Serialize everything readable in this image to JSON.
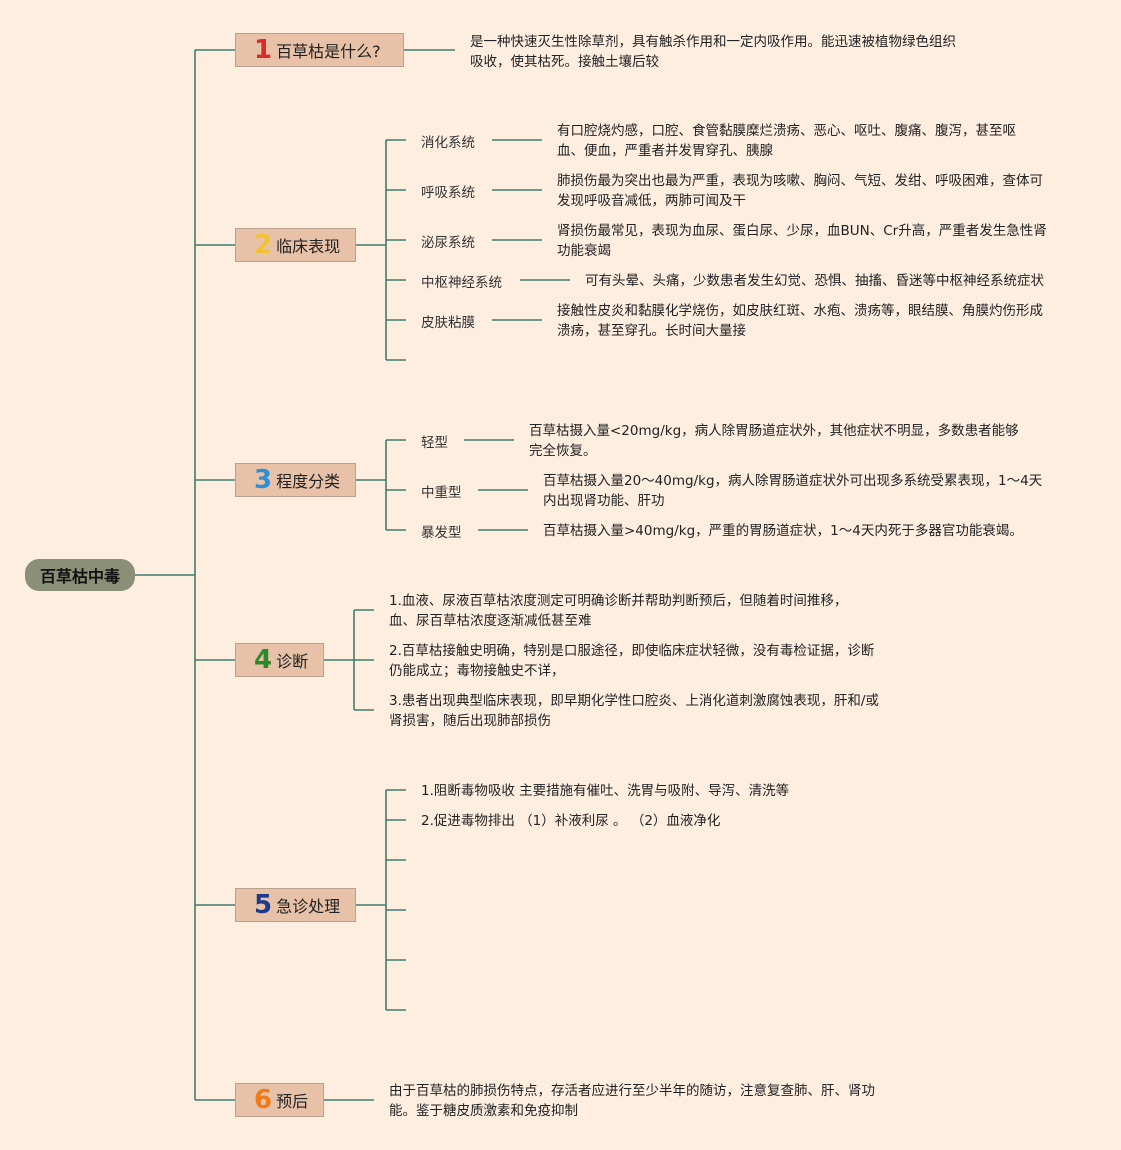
{
  "root": "百草枯中毒",
  "colors": {
    "background": "#fdeee0",
    "line": "#3f7d6a",
    "branch_fill": "#e8c2a8",
    "root_fill": "#8c8f77"
  },
  "branches": [
    {
      "num": "1",
      "num_color": "#d92b2b",
      "label": "百草枯是什么?",
      "text": "是一种快速灭生性除草剂，具有触杀作用和一定内吸作用。能迅速被植物绿色组织吸收，使其枯死。接触土壤后较"
    },
    {
      "num": "2",
      "num_color": "#f2c232",
      "label": "临床表现",
      "items": [
        {
          "label": "消化系统",
          "text": "有口腔烧灼感，口腔、食管黏膜糜烂溃疡、恶心、呕吐、腹痛、腹泻，甚至呕血、便血，严重者并发胃穿孔、胰腺"
        },
        {
          "label": "呼吸系统",
          "text": "肺损伤最为突出也最为严重，表现为咳嗽、胸闷、气短、发绀、呼吸困难，查体可发现呼吸音减低，两肺可闻及干"
        },
        {
          "label": "泌尿系统",
          "text": "肾损伤最常见，表现为血尿、蛋白尿、少尿，血BUN、Cr升高，严重者发生急性肾功能衰竭"
        },
        {
          "label": "中枢神经系统",
          "text": "可有头晕、头痛，少数患者发生幻觉、恐惧、抽搐、昏迷等中枢神经系统症状"
        },
        {
          "label": "皮肤粘膜",
          "text": "接触性皮炎和黏膜化学烧伤，如皮肤红斑、水疱、溃疡等，眼结膜、角膜灼伤形成溃疡，甚至穿孔。长时间大量接"
        }
      ]
    },
    {
      "num": "3",
      "num_color": "#2f8fd6",
      "label": "程度分类",
      "items": [
        {
          "label": "轻型",
          "text": "百草枯摄入量<20mg/kg，病人除胃肠道症状外，其他症状不明显，多数患者能够完全恢复。"
        },
        {
          "label": "中重型",
          "text": "百草枯摄入量20～40mg/kg，病人除胃肠道症状外可出现多系统受累表现，1～4天内出现肾功能、肝功"
        },
        {
          "label": "暴发型",
          "text": "百草枯摄入量>40mg/kg，严重的胃肠道症状，1～4天内死于多器官功能衰竭。"
        }
      ]
    },
    {
      "num": "4",
      "num_color": "#2a8a2a",
      "label": "诊断",
      "items": [
        {
          "text": "1.血液、尿液百草枯浓度测定可明确诊断并帮助判断预后，但随着时间推移，血、尿百草枯浓度逐渐减低甚至难"
        },
        {
          "text": "2.百草枯接触史明确，特别是口服途径，即使临床症状轻微，没有毒检证据，诊断仍能成立；毒物接触史不详，"
        },
        {
          "text": "3.患者出现典型临床表现，即早期化学性口腔炎、上消化道刺激腐蚀表现，肝和/或肾损害，随后出现肺部损伤"
        }
      ]
    },
    {
      "num": "5",
      "num_color": "#1f3a8a",
      "label": "急诊处理",
      "items": [
        {
          "text": "1.阻断毒物吸收 主要措施有催吐、洗胃与吸附、导泻、清洗等"
        },
        {
          "text": "2.促进毒物排出 （1）补液利尿 。 （2）血液净化"
        }
      ]
    },
    {
      "num": "6",
      "num_color": "#ef7a1a",
      "label": "预后",
      "text": "由于百草枯的肺损伤特点，存活者应进行至少半年的随访，注意复查肺、肝、肾功能。鉴于糖皮质激素和免疫抑制"
    }
  ]
}
